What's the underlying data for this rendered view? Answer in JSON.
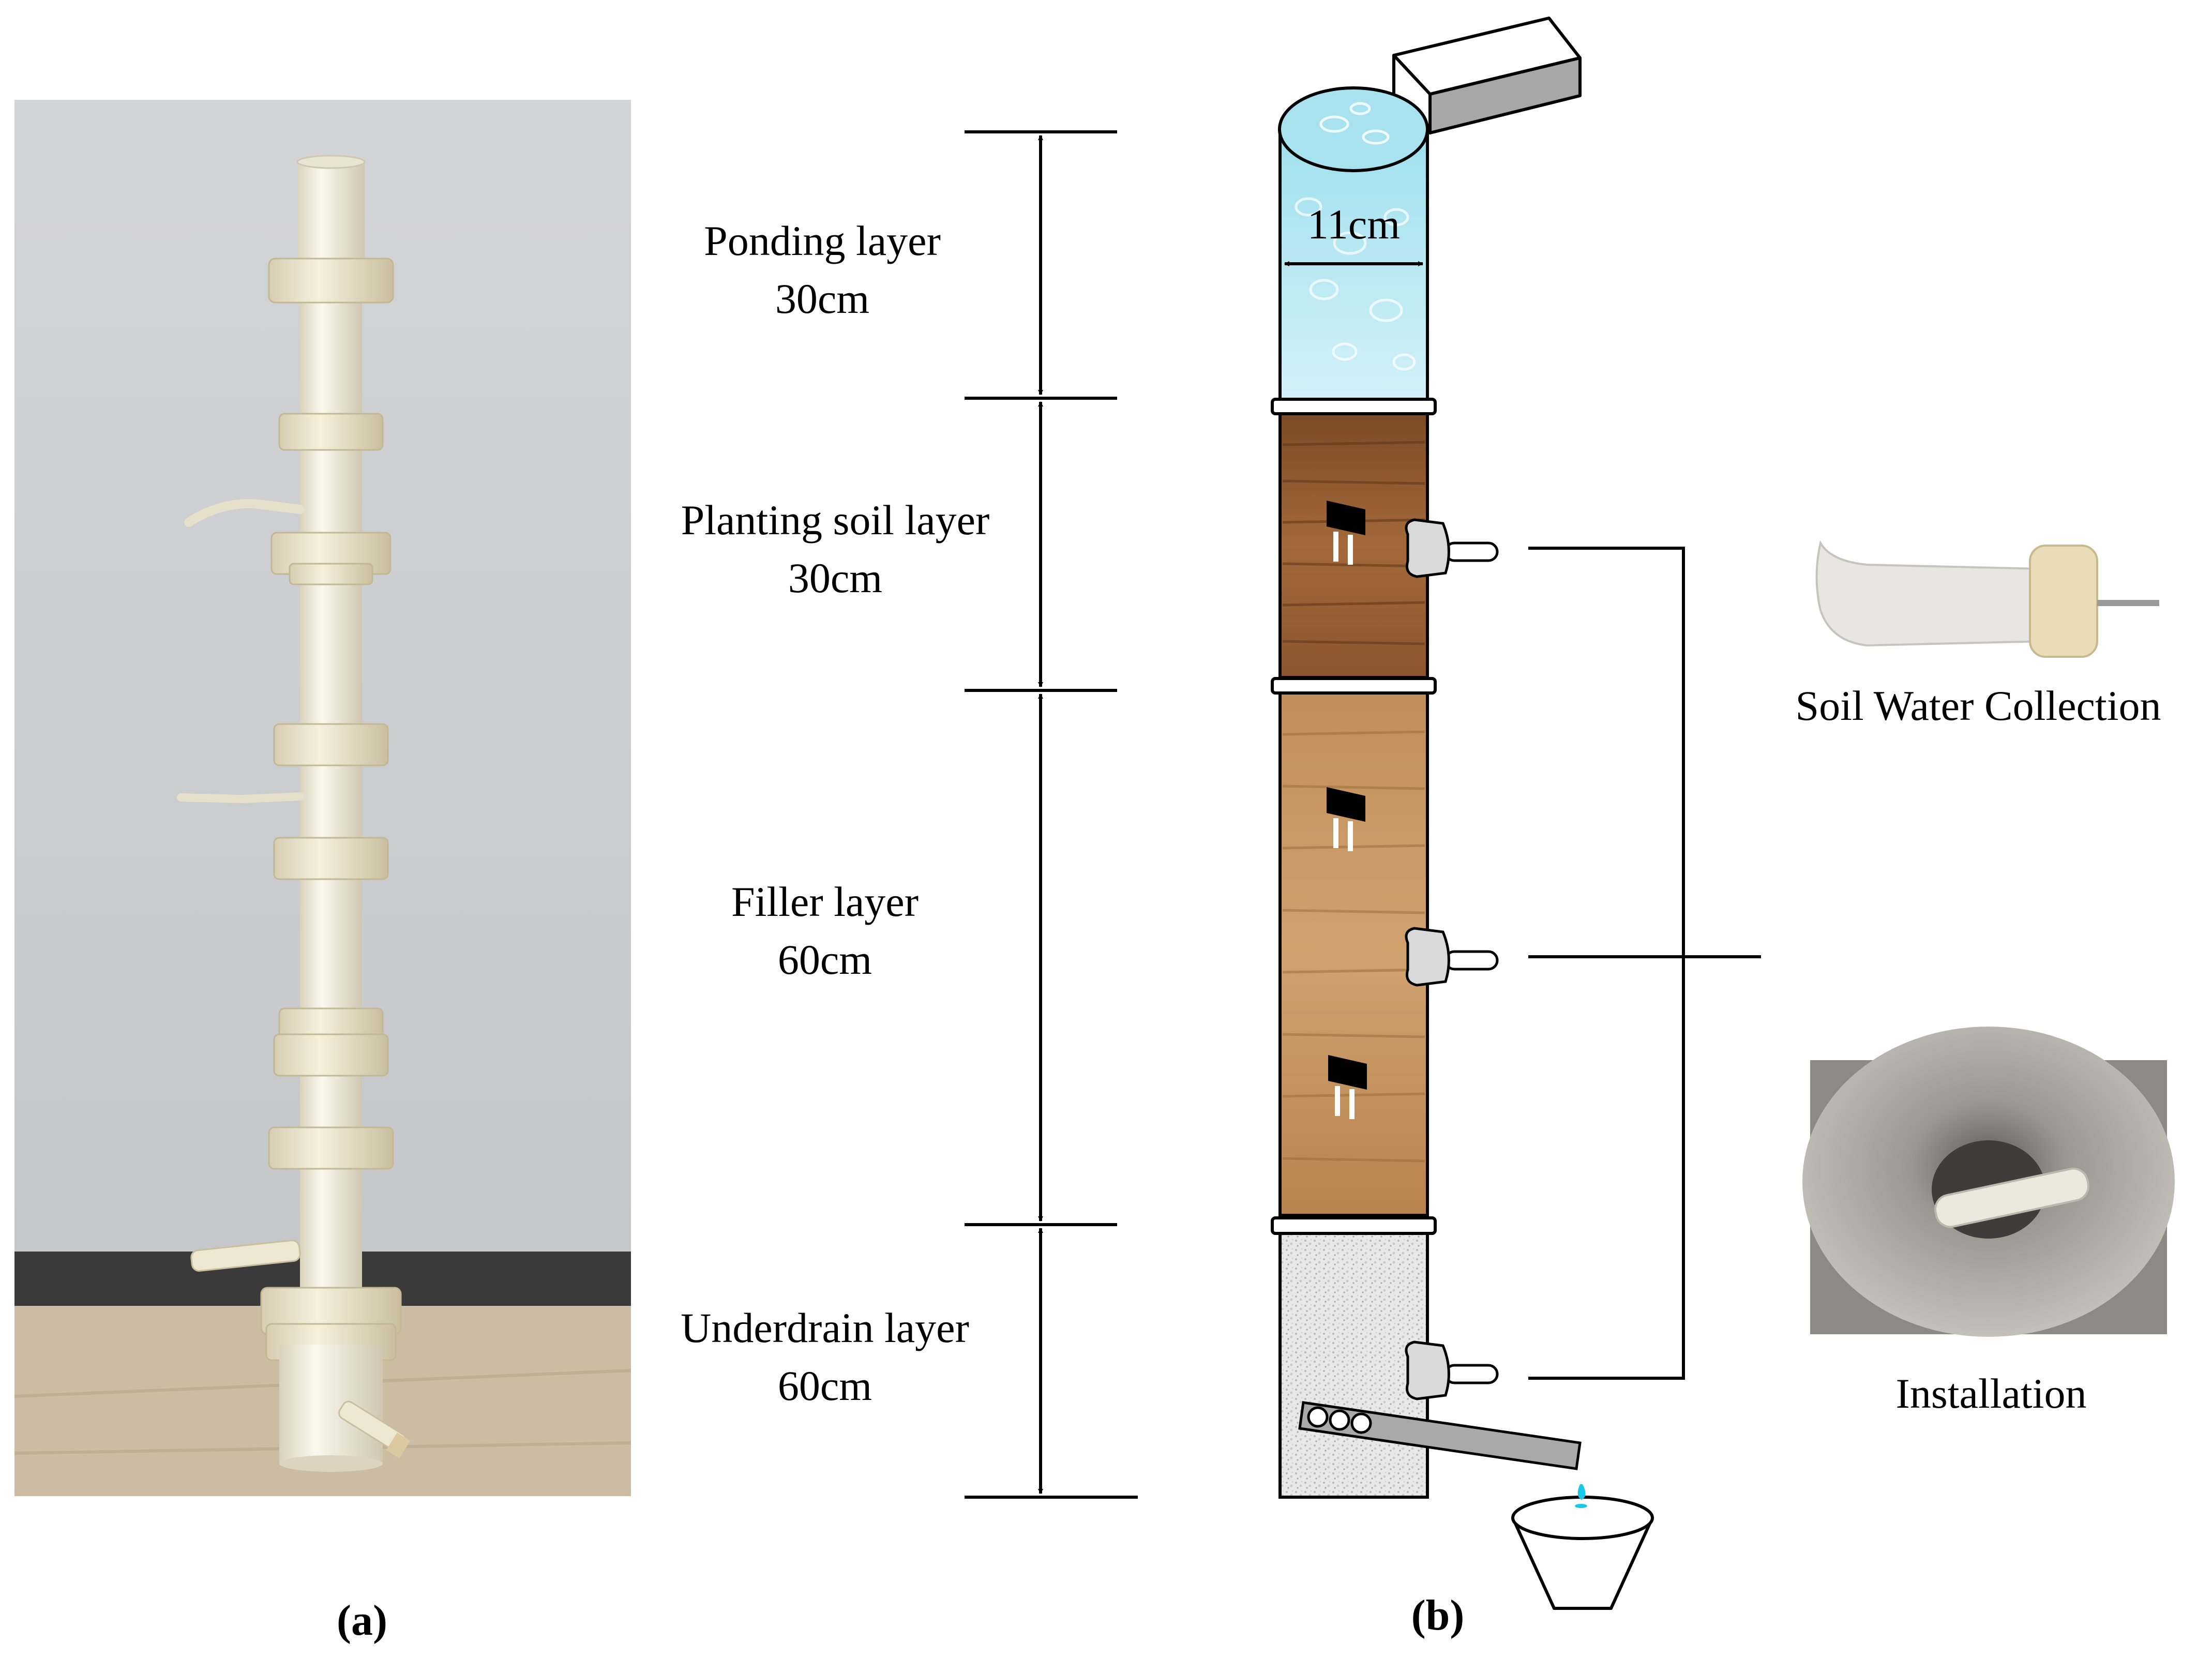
{
  "layers": [
    {
      "name": "Ponding layer",
      "size": "30cm"
    },
    {
      "name": "Planting soil layer",
      "size": "30cm"
    },
    {
      "name": "Filler layer",
      "size": "60cm"
    },
    {
      "name": "Underdrain layer",
      "size": "60cm"
    }
  ],
  "column": {
    "diameter_label": "11cm"
  },
  "photos": {
    "sampler_caption": "Soil Water Collection",
    "installation_caption": "Installation"
  },
  "captions": {
    "a": "(a)",
    "b": "(b)"
  },
  "colors": {
    "water": "#bfe9f2",
    "planting_soil": "#9a6434",
    "filler": "#c99a66",
    "underdrain": "#e6e6e6",
    "pvc": "#f1ede0",
    "wall": "#c8c9cc",
    "floor": "#cdbfa7"
  }
}
